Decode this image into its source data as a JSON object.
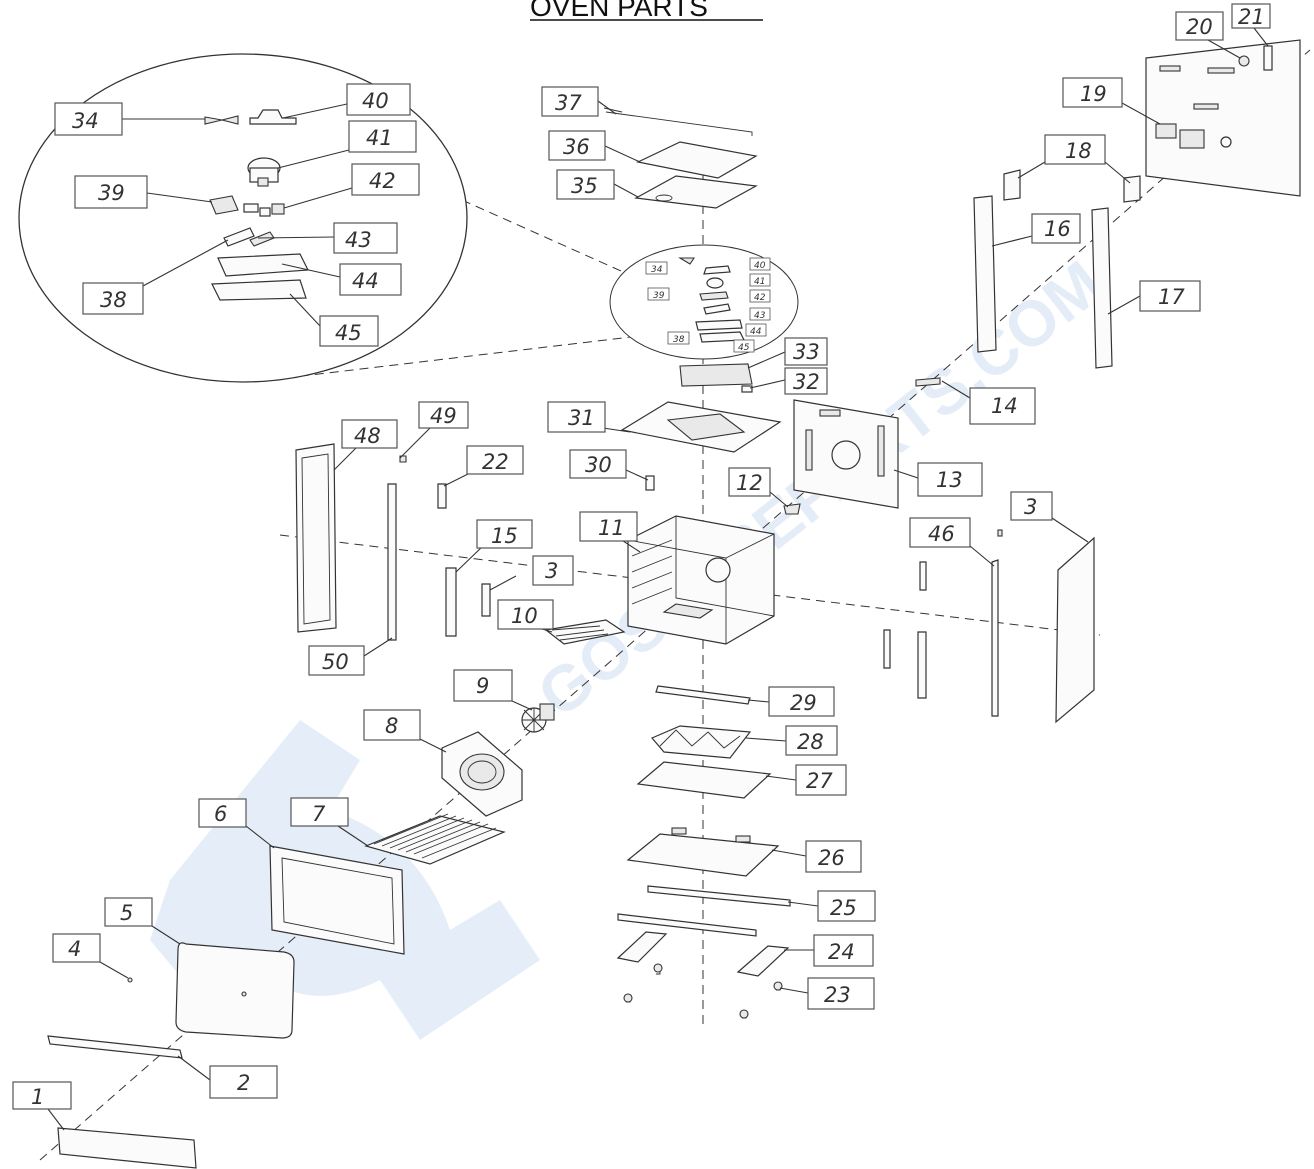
{
  "title": "OVEN PARTS",
  "watermark": "GOSPAREPARTS.COM",
  "colors": {
    "line": "#333333",
    "watermark": "#cfe0f2",
    "background": "#ffffff"
  },
  "callouts": {
    "p1": "1",
    "p2": "2",
    "p3a": "3",
    "p3b": "3",
    "p4": "4",
    "p5": "5",
    "p6": "6",
    "p7": "7",
    "p8": "8",
    "p9": "9",
    "p10": "10",
    "p11": "11",
    "p12": "12",
    "p13": "13",
    "p14": "14",
    "p15": "15",
    "p16": "16",
    "p17": "17",
    "p18": "18",
    "p19": "19",
    "p20": "20",
    "p21": "21",
    "p22": "22",
    "p23": "23",
    "p24": "24",
    "p25": "25",
    "p26": "26",
    "p27": "27",
    "p28": "28",
    "p29": "29",
    "p30": "30",
    "p31": "31",
    "p32": "32",
    "p33": "33",
    "p34": "34",
    "p35": "35",
    "p36": "36",
    "p37": "37",
    "p38": "38",
    "p39": "39",
    "p40": "40",
    "p41": "41",
    "p42": "42",
    "p43": "43",
    "p44": "44",
    "p45": "45",
    "p46": "46",
    "p48": "48",
    "p49": "49",
    "p50": "50"
  },
  "detail_small": {
    "d34": "34",
    "d39": "39",
    "d38": "38",
    "d40": "40",
    "d41": "41",
    "d42": "42",
    "d43": "43",
    "d44": "44",
    "d45": "45"
  }
}
